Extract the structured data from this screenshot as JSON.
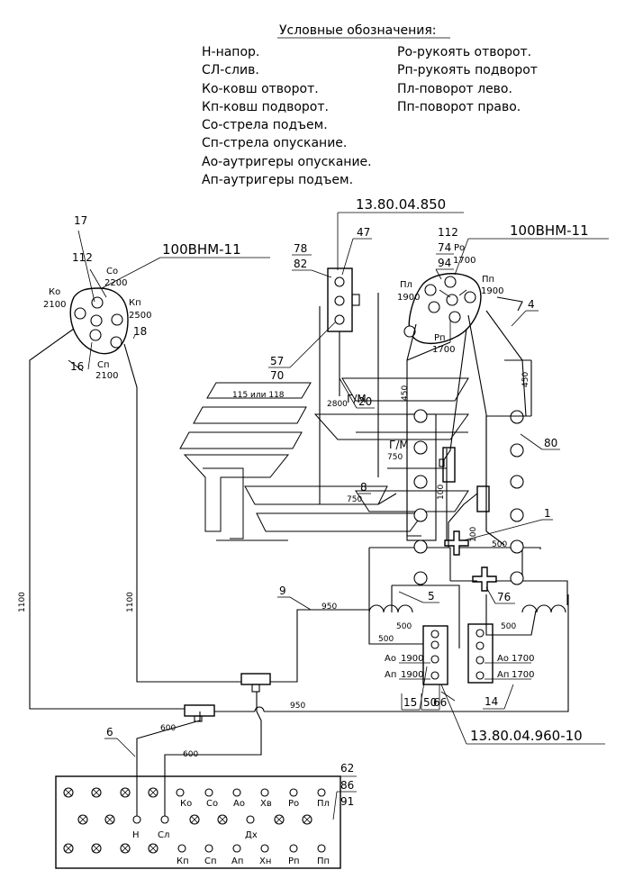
{
  "legend": {
    "title": "Условные обозначения:",
    "items_left": [
      "Н-напор.",
      "СЛ-слив.",
      "Ко-ковш отворот.",
      "Кп-ковш подворот.",
      "Со-стрела подъем.",
      "Сп-стрела опускание.",
      "Ао-аутригеры опускание.",
      "Ап-аутригеры подъем."
    ],
    "items_right": [
      "Ро-рукоять отворот.",
      "Рп-рукоять подворот",
      "Пл-поворот лево.",
      "Пп-поворот право."
    ]
  },
  "callouts": {
    "valve_left": "100ВНМ-11",
    "valve_right": "100ВНМ-11",
    "block_top": "13.80.04.850",
    "block_bottom": "13.80.04.960-10",
    "n17": "17",
    "n112a": "112",
    "n18": "18",
    "n16": "16",
    "n78": "78",
    "n82": "82",
    "n47": "47",
    "n57": "57",
    "n70": "70",
    "n112b": "112",
    "n74": "74",
    "n94": "94",
    "n4": "4",
    "n80": "80",
    "n20": "20",
    "n8": "8",
    "n1": "1",
    "n5": "5",
    "n76": "76",
    "n9": "9",
    "n15": "15",
    "n50": "50",
    "n66": "66",
    "n14": "14",
    "n6": "6",
    "n62": "62",
    "n86": "86",
    "n91": "91"
  },
  "port_labels": {
    "ko": "Ко",
    "ko_v": "2100",
    "co": "Со",
    "co_v": "2200",
    "kp": "Кп",
    "kp_v": "2500",
    "cp": "Сп",
    "cp_v": "2100",
    "ro": "Ро",
    "ro_v": "1700",
    "pl": "Пл",
    "pl_v": "1900",
    "pp": "Пп",
    "pp_v": "1900",
    "rp": "Рп",
    "rp_v": "1700",
    "ao1": "Ао",
    "ao1_v": "1900",
    "ap1": "Ап",
    "ap1_v": "1900",
    "ao2": "Ао",
    "ao2_v": "1700",
    "ap2": "Ап",
    "ap2_v": "1700"
  },
  "dims": {
    "d1100a": "1100",
    "d1100b": "1100",
    "d950a": "950",
    "d950b": "950",
    "d600a": "600",
    "d600b": "600",
    "d2800": "2800",
    "d450a": "450",
    "d450b": "450",
    "d750a": "750",
    "d750b": "750",
    "d100a": "100",
    "d100b": "100",
    "d500a": "500",
    "d500b": "500",
    "d500c": "500",
    "d500d": "500",
    "gm1": "Г/М",
    "gm2": "Г/М",
    "alt": "115 или 118"
  },
  "panel": {
    "top_labels": [
      "Ко",
      "Со",
      "Ао",
      "Хв",
      "Ро",
      "Пл"
    ],
    "mid_labels": [
      "Н",
      "Сл",
      "Дх"
    ],
    "bottom_labels": [
      "Кп",
      "Сп",
      "Ап",
      "Хн",
      "Рп",
      "Пп"
    ]
  }
}
